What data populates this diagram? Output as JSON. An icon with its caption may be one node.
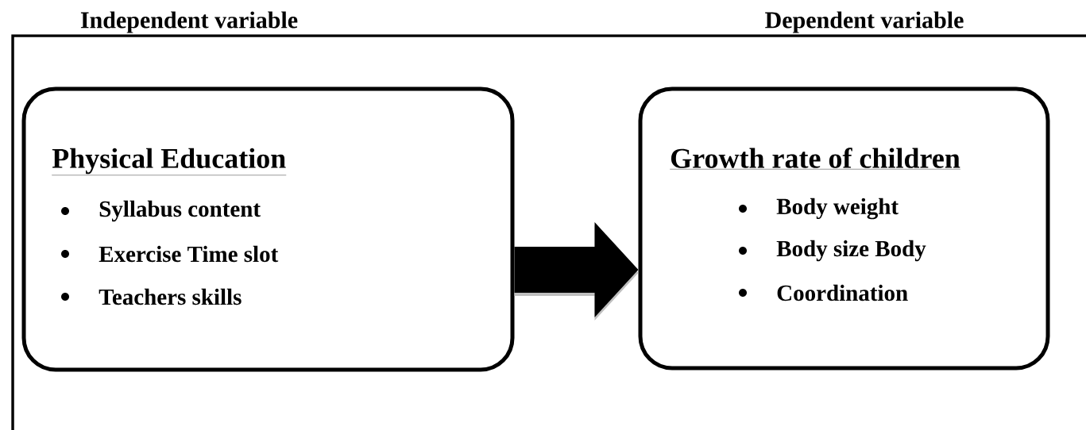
{
  "diagram": {
    "nodes": [
      {
        "text": [
          "Physical Education",
          "Syllabus content",
          "Exercise Time slot",
          "Teachers skills"
        ]
      },
      {
        "text": [
          "Growth rate of children",
          "Body weight",
          "Body size Body",
          "Coordination"
        ]
      }
    ],
    "edges": [
      {
        "from": 0,
        "to": 1,
        "arrow": "to",
        "style": "thick"
      }
    ],
    "labels": [
      "Independent variable",
      "Dependent variable"
    ]
  }
}
